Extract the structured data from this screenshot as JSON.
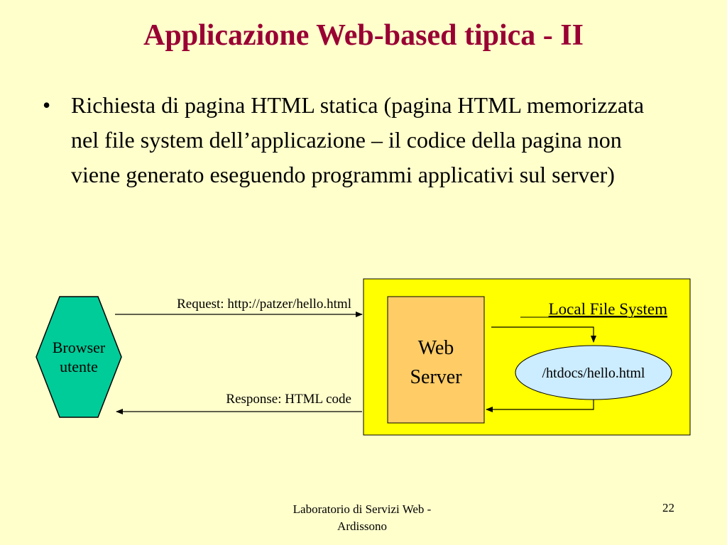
{
  "slide": {
    "title": "Applicazione Web-based tipica - II",
    "bullet": "Richiesta di pagina HTML statica (pagina HTML memorizzata nel file system dell’applicazione – il codice della pagina non viene generato eseguendo programmi applicativi sul server)"
  },
  "diagram": {
    "browser_line1": "Browser",
    "browser_line2": "utente",
    "request_label": "Request: http://patzer/hello.html",
    "response_label": "Response: HTML code",
    "web_server_line1": "Web",
    "web_server_line2": "Server",
    "local_fs_label": "Local File System",
    "file_path": "/htdocs/hello.html"
  },
  "footer": {
    "line1": "Laboratorio di Servizi Web -",
    "line2": "Ardissono",
    "page_number": "22"
  },
  "colors": {
    "background": "#ffffcc",
    "title": "#990033",
    "browser_fill": "#00cc99",
    "server_area": "#ffff00",
    "web_server_fill": "#ffcc66",
    "file_fill": "#ccecff"
  }
}
